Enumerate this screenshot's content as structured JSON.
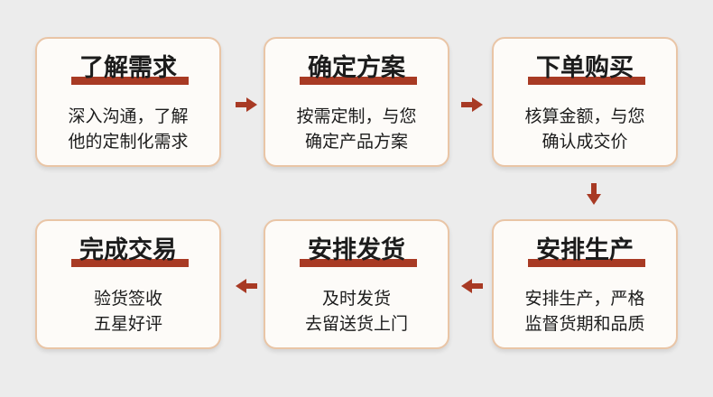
{
  "steps": [
    {
      "title": "了解需求",
      "lines": [
        "深入沟通，了解",
        "他的定制化需求"
      ]
    },
    {
      "title": "确定方案",
      "lines": [
        "按需定制，与您",
        "确定产品方案"
      ]
    },
    {
      "title": "下单购买",
      "lines": [
        "核算金额，与您",
        "确认成交价"
      ]
    },
    {
      "title": "安排生产",
      "lines": [
        "安排生产，严格",
        "监督货期和品质"
      ]
    },
    {
      "title": "安排发货",
      "lines": [
        "及时发货",
        "去留送货上门"
      ]
    },
    {
      "title": "完成交易",
      "lines": [
        "验货签收",
        "五星好评"
      ]
    }
  ],
  "colors": {
    "accent": "#a83a24",
    "border": "#e9c5a6",
    "card": "#fdfbf8",
    "background": "#ececec"
  },
  "icons": {
    "connector": "arrow-icon"
  }
}
